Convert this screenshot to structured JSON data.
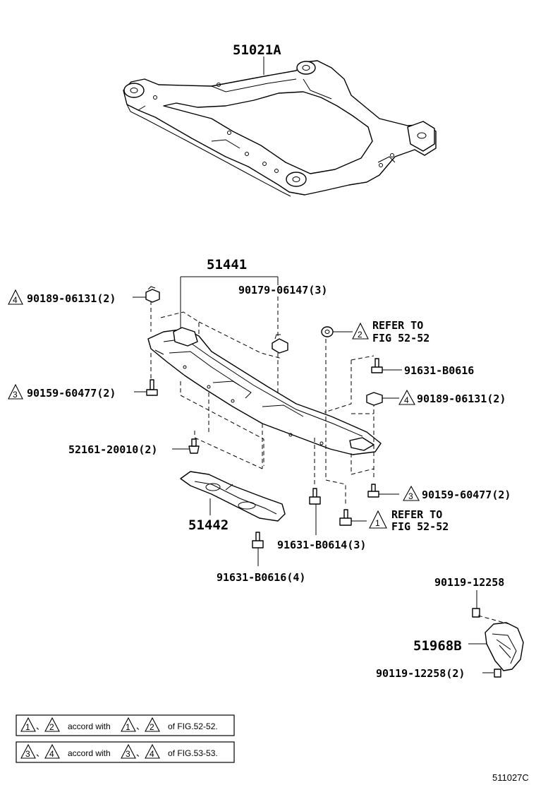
{
  "labels": {
    "subframe": "51021A",
    "cover_assy": "51441",
    "cover_plate": "51442",
    "bracket": "51968B",
    "clip_4_left": "90189-06131(2)",
    "clip_4_right": "90189-06131(2)",
    "nut_90179": "90179-06147(3)",
    "bolt_3_left": "90159-60477(2)",
    "bolt_3_right": "90159-60477(2)",
    "pin_52161": "52161-20010(2)",
    "bolt_b0616_right": "91631-B0616",
    "bolt_b0614": "91631-B0614(3)",
    "bolt_b0616_bottom": "91631-B0616(4)",
    "screw_12258_top": "90119-12258",
    "screw_12258_bottom": "90119-12258(2)",
    "refer2_line1": "REFER TO",
    "refer2_line2": "FIG 52-52",
    "refer1_line1": "REFER TO",
    "refer1_line2": "FIG 52-52",
    "figure_code": "511027C"
  },
  "markers": {
    "m1": "1",
    "m2": "2",
    "m3": "3",
    "m4": "4"
  },
  "legend": {
    "row1": {
      "sep": "、",
      "accord": "accord with",
      "of": "of FIG.52-52."
    },
    "row2": {
      "sep": "、",
      "accord": "accord with",
      "of": "of FIG.53-53."
    }
  }
}
